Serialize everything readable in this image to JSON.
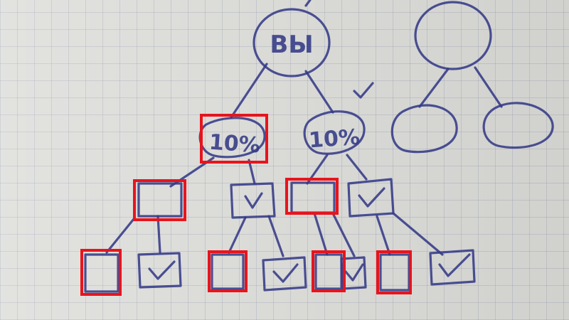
{
  "root_label": "ВЫ",
  "level1": {
    "left_label": "10%",
    "right_label": "10%"
  },
  "top_check": "✓",
  "colors": {
    "ink": "#343a86",
    "highlight": "#e8141c",
    "paper": "#dcdcd9"
  }
}
